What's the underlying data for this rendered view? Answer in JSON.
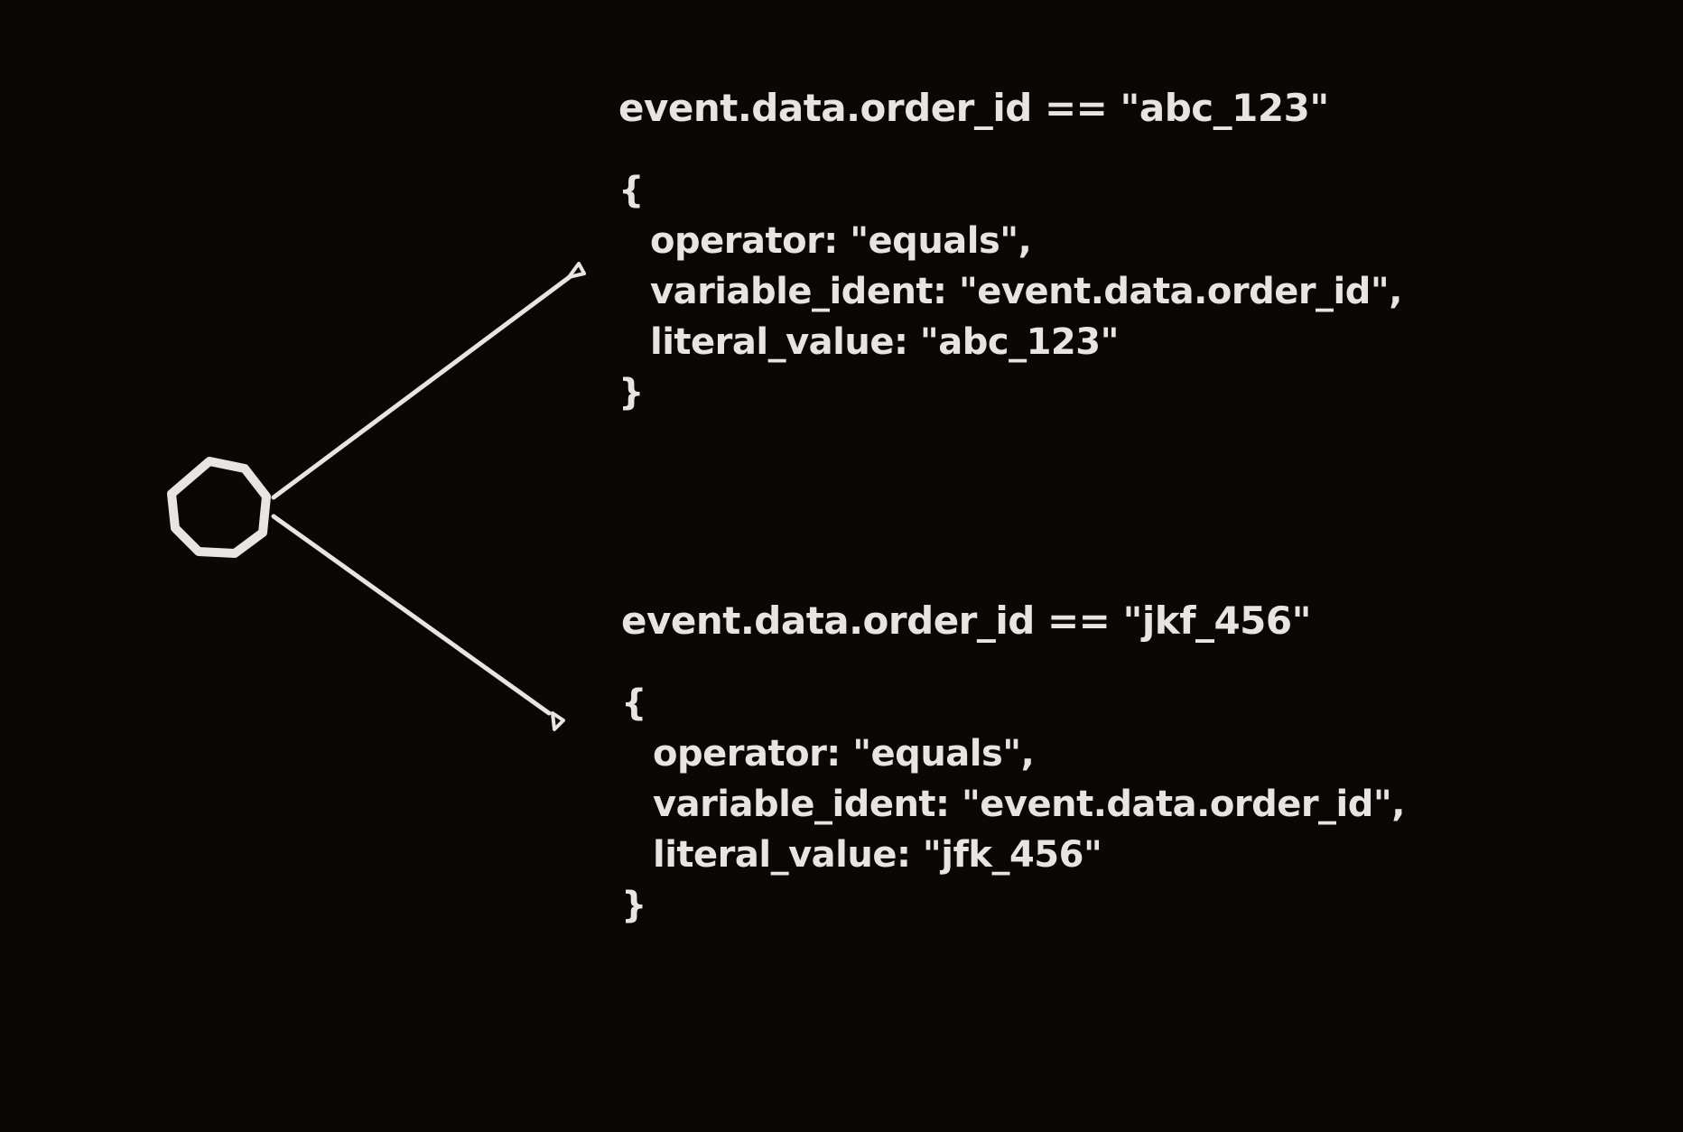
{
  "diagram": {
    "background_color": "#0a0807",
    "ink_color": "#e7e5e2",
    "node": {
      "shape": "circle"
    },
    "branches": [
      {
        "title": "event.data.order_id == \"abc_123\"",
        "code_lines": [
          "{",
          "operator: \"equals\",",
          "variable_ident: \"event.data.order_id\",",
          "literal_value: \"abc_123\"",
          "}"
        ]
      },
      {
        "title": "event.data.order_id == \"jkf_456\"",
        "code_lines": [
          "{",
          "operator: \"equals\",",
          "variable_ident: \"event.data.order_id\",",
          "literal_value: \"jfk_456\"",
          "}"
        ]
      }
    ]
  }
}
